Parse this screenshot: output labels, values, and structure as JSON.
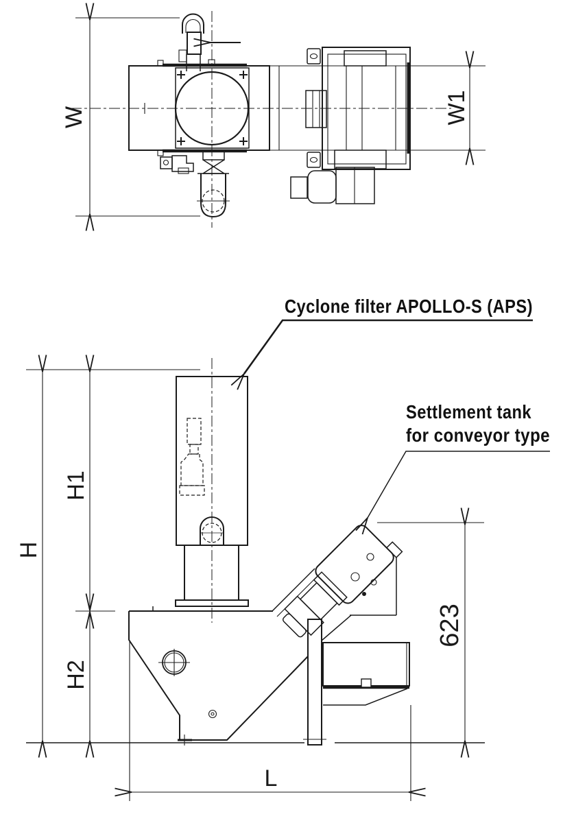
{
  "drawing": {
    "colors": {
      "line": "#1a1a1a",
      "background": "#ffffff"
    },
    "labels": {
      "top_view": {
        "width": "W",
        "width1": "W1"
      },
      "side_view": {
        "height": "H",
        "height1": "H1",
        "height2": "H2",
        "length": "L",
        "tank_height": "623"
      },
      "annotations": {
        "cyclone": "Cyclone filter APOLLO-S (APS)",
        "tank_line1": "Settlement tank",
        "tank_line2": "for conveyor type"
      }
    }
  }
}
